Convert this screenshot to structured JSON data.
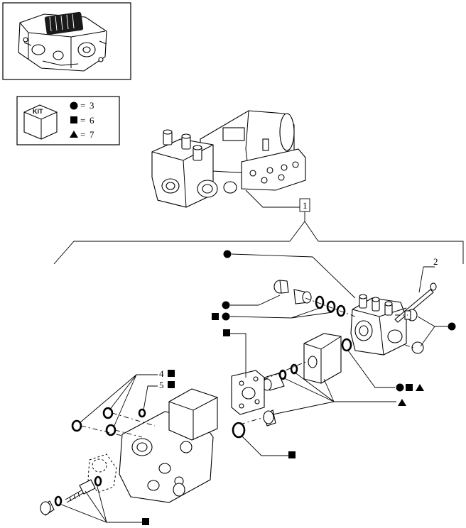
{
  "kit_legend": {
    "box_label": "KIT",
    "entries": [
      {
        "symbol": "circle",
        "sep": "=",
        "value": "3"
      },
      {
        "symbol": "square",
        "sep": "=",
        "value": "6"
      },
      {
        "symbol": "triangle",
        "sep": "=",
        "value": "7"
      }
    ]
  },
  "callouts": {
    "ref_1": "1",
    "ref_2": "2",
    "ref_4": "4",
    "ref_5": "5"
  },
  "colors": {
    "ink": "#000000",
    "paper": "#ffffff"
  }
}
